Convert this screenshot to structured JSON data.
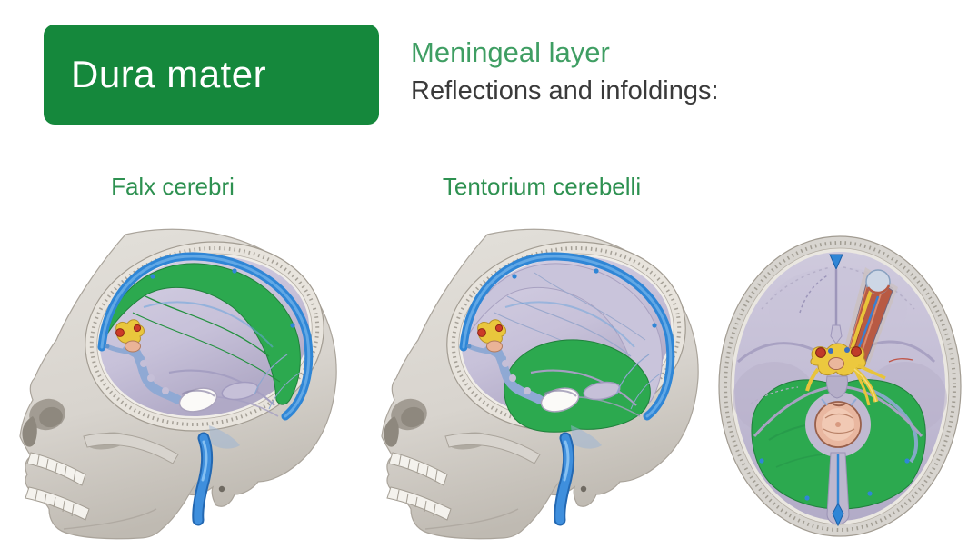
{
  "slide": {
    "title": "Dura mater",
    "heading": "Meningeal layer",
    "subheading": "Reflections and infoldings:",
    "labels": [
      {
        "text": "Falx cerebri"
      },
      {
        "text": "Tentorium cerebelli"
      }
    ],
    "colors": {
      "title_box_bg": "#15883c",
      "title_text": "#ffffff",
      "heading_green": "#3f9e63",
      "body_text": "#3a3a3a",
      "label_green": "#2e9151",
      "highlight_green": "#2ca94f",
      "sinus_blue": "#2f86d6",
      "dura_lavender": "#c7c1d9",
      "bone": "#d8d4ce",
      "background": "#ffffff"
    },
    "illustrations": [
      {
        "name": "falx-cerebri-lateral-view",
        "highlight": "Falx cerebri"
      },
      {
        "name": "tentorium-cerebelli-lateral-view",
        "highlight": "Tentorium cerebelli"
      },
      {
        "name": "tentorium-cerebelli-superior-view",
        "highlight": "Tentorium cerebelli"
      }
    ]
  }
}
